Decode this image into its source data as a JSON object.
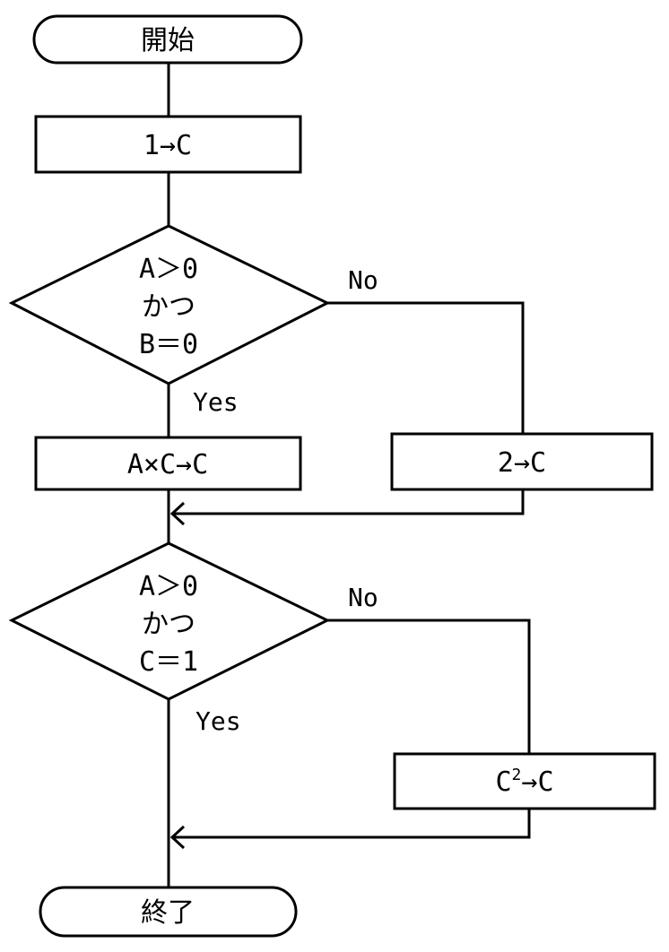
{
  "flowchart": {
    "start": {
      "label": "開始"
    },
    "init": {
      "label": "1→C"
    },
    "decision1": {
      "line1": "A＞0",
      "line2": "かつ",
      "line3": "B＝0",
      "yes": "Yes",
      "no": "No"
    },
    "yes_process1": {
      "label": "A×C→C"
    },
    "no_process1": {
      "label": "2→C"
    },
    "decision2": {
      "line1": "A＞0",
      "line2": "かつ",
      "line3": "C＝1",
      "yes": "Yes",
      "no": "No"
    },
    "no_process2": {
      "base": "C",
      "superscript": "2",
      "rest": "→C"
    },
    "end": {
      "label": "終了"
    }
  }
}
